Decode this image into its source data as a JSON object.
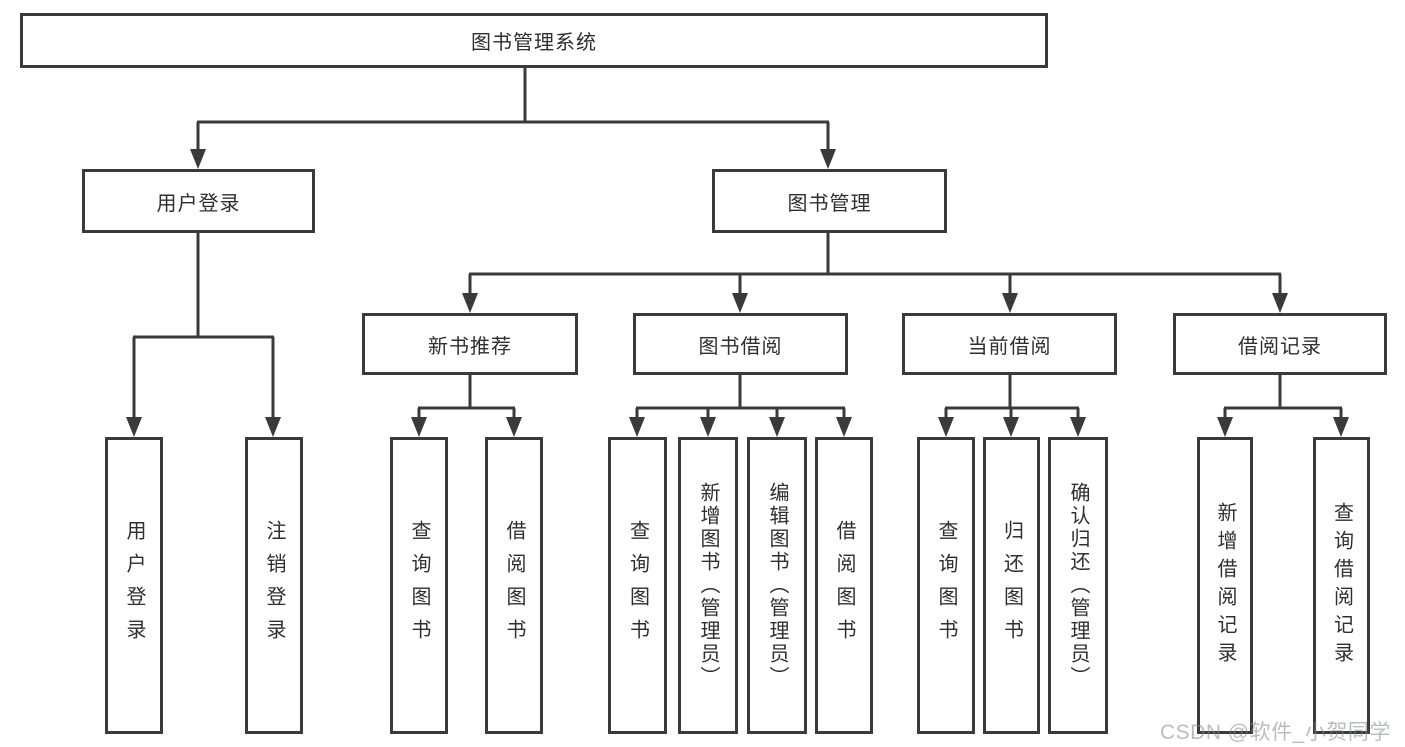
{
  "diagram": {
    "title_node": "图书管理系统",
    "level2": {
      "user_login": "用户登录",
      "book_mgmt": "图书管理"
    },
    "level3": {
      "new_book_rec": "新书推荐",
      "book_borrow": "图书借阅",
      "current_borrow": "当前借阅",
      "borrow_record": "借阅记录"
    },
    "leaves": {
      "user_login": [
        "用户登录",
        "注销登录"
      ],
      "new_book_rec": [
        "查询图书",
        "借阅图书"
      ],
      "book_borrow": [
        "查询图书",
        "新增图书（管理员）",
        "编辑图书（管理员）",
        "借阅图书"
      ],
      "current_borrow": [
        "查询图书",
        "归还图书",
        "确认归还（管理员）"
      ],
      "borrow_record": [
        "新增借阅记录",
        "查询借阅记录"
      ]
    }
  },
  "watermark": "CSDN @软件_小贺同学",
  "colors": {
    "line": "#3a3a3a",
    "text": "#2f2f2f",
    "background": "#ffffff",
    "watermark_gray": "#85878a"
  }
}
